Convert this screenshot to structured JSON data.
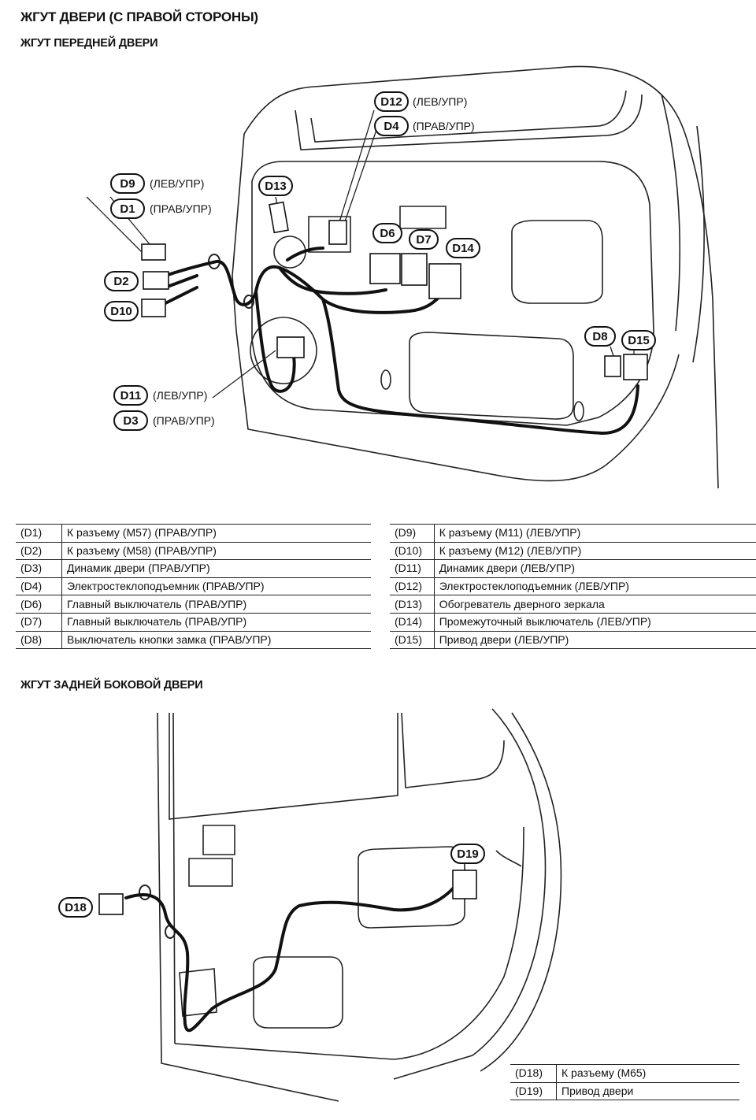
{
  "titles": {
    "main": "ЖГУТ ДВЕРИ (С ПРАВОЙ СТОРОНЫ)",
    "front": "ЖГУТ ПЕРЕДНЕЙ ДВЕРИ",
    "rear": "ЖГУТ ЗАДНЕЙ БОКОВОЙ ДВЕРИ"
  },
  "callouts": {
    "d12": {
      "id": "D12",
      "note": "(ЛЕВ/УПР)"
    },
    "d4": {
      "id": "D4",
      "note": "(ПРАВ/УПР)"
    },
    "d9": {
      "id": "D9",
      "note": "(ЛЕВ/УПР)"
    },
    "d1": {
      "id": "D1",
      "note": "(ПРАВ/УПР)"
    },
    "d13": {
      "id": "D13"
    },
    "d6": {
      "id": "D6"
    },
    "d7": {
      "id": "D7"
    },
    "d14": {
      "id": "D14"
    },
    "d2": {
      "id": "D2"
    },
    "d10": {
      "id": "D10"
    },
    "d8": {
      "id": "D8"
    },
    "d15": {
      "id": "D15"
    },
    "d11": {
      "id": "D11",
      "note": "(ЛЕВ/УПР)"
    },
    "d3": {
      "id": "D3",
      "note": "(ПРАВ/УПР)"
    },
    "d18": {
      "id": "D18"
    },
    "d19": {
      "id": "D19"
    }
  },
  "legend_left": [
    {
      "code": "(D1)",
      "desc": "К разъему (M57) (ПРАВ/УПР)"
    },
    {
      "code": "(D2)",
      "desc": "К разъему (M58) (ПРАВ/УПР)"
    },
    {
      "code": "(D3)",
      "desc": "Динамик двери (ПРАВ/УПР)"
    },
    {
      "code": "(D4)",
      "desc": "Электростеклоподъемник (ПРАВ/УПР)"
    },
    {
      "code": "(D6)",
      "desc": "Главный выключатель (ПРАВ/УПР)"
    },
    {
      "code": "(D7)",
      "desc": "Главный выключатель (ПРАВ/УПР)"
    },
    {
      "code": "(D8)",
      "desc": "Выключатель кнопки замка (ПРАВ/УПР)"
    }
  ],
  "legend_right": [
    {
      "code": "(D9)",
      "desc": "К разъему (M11) (ЛЕВ/УПР)"
    },
    {
      "code": "(D10)",
      "desc": "К разъему (M12) (ЛЕВ/УПР)"
    },
    {
      "code": "(D11)",
      "desc": "Динамик двери (ЛЕВ/УПР)"
    },
    {
      "code": "(D12)",
      "desc": "Электростеклоподъемник (ЛЕВ/УПР)"
    },
    {
      "code": "(D13)",
      "desc": "Обогреватель дверного зеркала"
    },
    {
      "code": "(D14)",
      "desc": "Промежуточный выключатель (ЛЕВ/УПР)"
    },
    {
      "code": "(D15)",
      "desc": "Привод двери (ЛЕВ/УПР)"
    }
  ],
  "legend_rear": [
    {
      "code": "(D18)",
      "desc": "К разъему (M65)"
    },
    {
      "code": "(D19)",
      "desc": "Привод двери"
    }
  ]
}
